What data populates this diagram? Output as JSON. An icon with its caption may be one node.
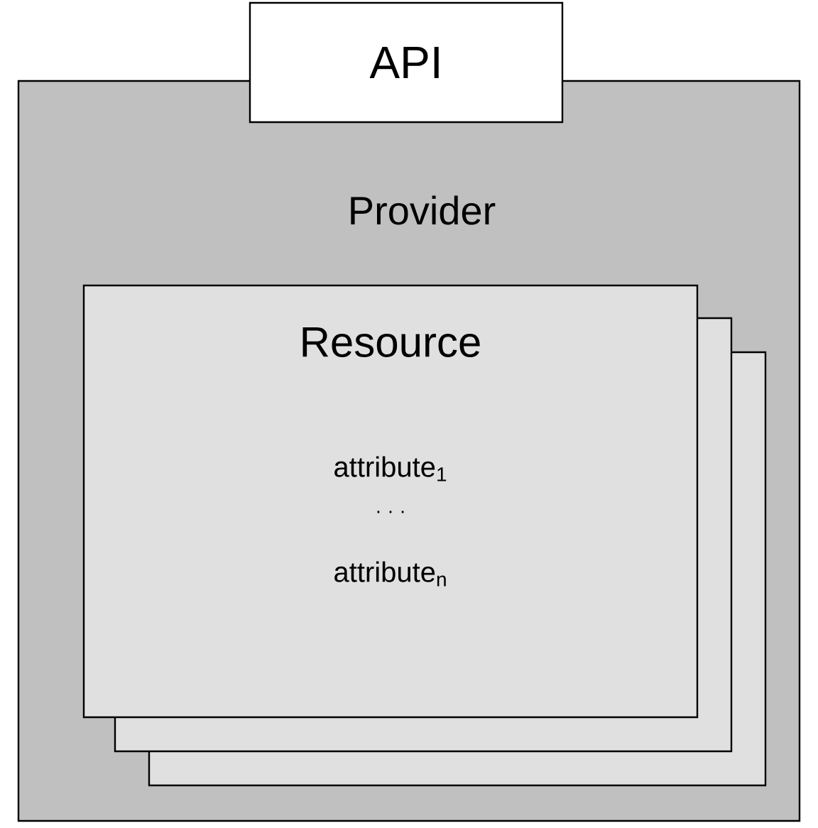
{
  "diagram": {
    "nodes": [
      {
        "text": [
          "Provider"
        ]
      },
      {
        "text": [
          "API"
        ]
      },
      {
        "text": [],
        "shape": "box",
        "in": 0
      },
      {
        "text": [],
        "shape": "box",
        "in": 0
      },
      {
        "text": [
          "Resource",
          "attribute$_{1}$",
          "· · ·",
          "attribute$_{n}$"
        ],
        "in": 0
      }
    ]
  }
}
